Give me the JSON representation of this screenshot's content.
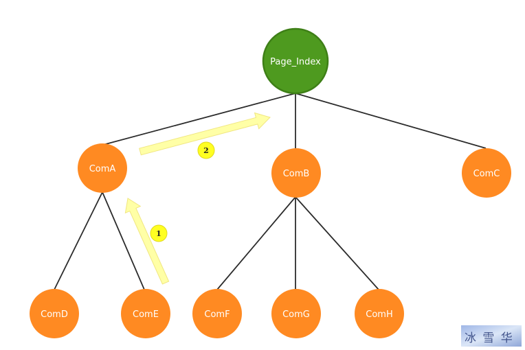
{
  "nodes": {
    "page_index": {
      "label": "Page_Index",
      "color": "#4e9a1f",
      "border": "#3e7f17"
    },
    "coma": {
      "label": "ComA",
      "color": "#ff8a22"
    },
    "comb": {
      "label": "ComB",
      "color": "#ff8a22"
    },
    "comc": {
      "label": "ComC",
      "color": "#ff8a22"
    },
    "comd": {
      "label": "ComD",
      "color": "#ff8a22"
    },
    "come": {
      "label": "ComE",
      "color": "#ff8a22"
    },
    "comf": {
      "label": "ComF",
      "color": "#ff8a22"
    },
    "comg": {
      "label": "ComG",
      "color": "#ff8a22"
    },
    "comh": {
      "label": "ComH",
      "color": "#ff8a22"
    }
  },
  "steps": {
    "step1": {
      "label": "1"
    },
    "step2": {
      "label": "2"
    }
  },
  "arrow_color": "#ffff88",
  "badge_color": "#ffff22",
  "watermark": {
    "icon": "chinese-seal-icon",
    "text": "冰 雪 华"
  }
}
